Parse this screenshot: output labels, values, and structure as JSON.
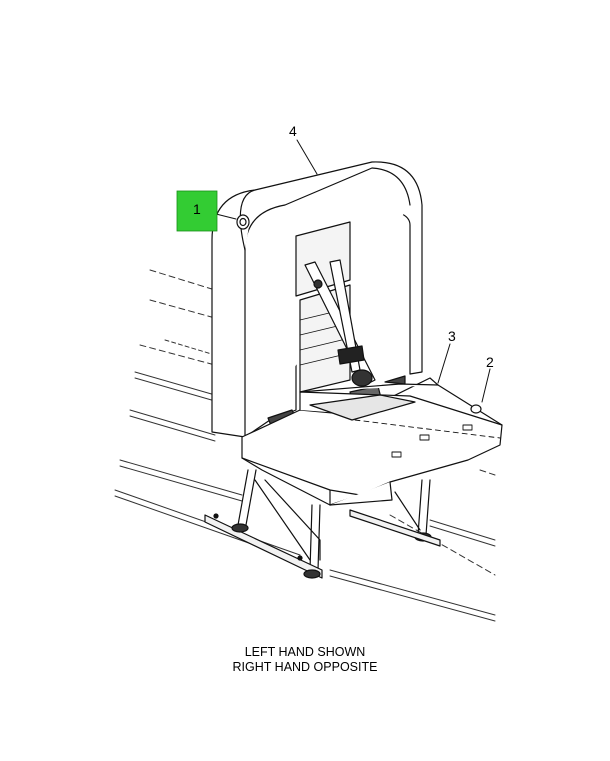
{
  "callouts": [
    {
      "id": "1",
      "label": "1",
      "highlight_color": "#33cc33"
    },
    {
      "id": "2",
      "label": "2"
    },
    {
      "id": "3",
      "label": "3"
    },
    {
      "id": "4",
      "label": "4"
    }
  ],
  "caption": {
    "line1": "LEFT HAND SHOWN",
    "line2": "RIGHT HAND OPPOSITE"
  }
}
